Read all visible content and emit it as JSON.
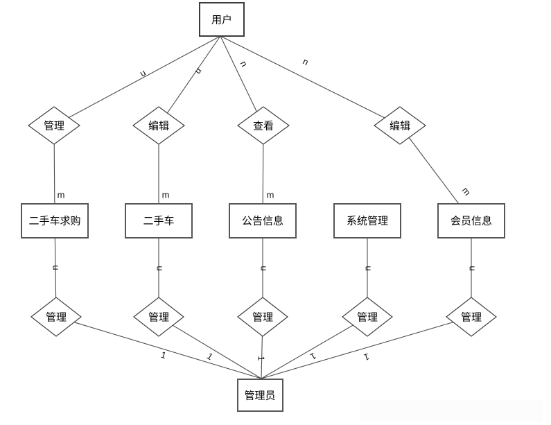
{
  "diagram": {
    "user": "用户",
    "rel_manage_top": "管理",
    "rel_edit_1": "编辑",
    "rel_view": "查看",
    "rel_edit_2": "编辑",
    "entity_usedcar_request": "二手车求购",
    "entity_usedcar": "二手车",
    "entity_announcement": "公告信息",
    "entity_system_management": "系统管理",
    "entity_member_info": "会员信息",
    "rel_manage_lower": "管理",
    "admin": "管理员",
    "card_n": "n",
    "card_m": "m",
    "card_1": "1"
  }
}
